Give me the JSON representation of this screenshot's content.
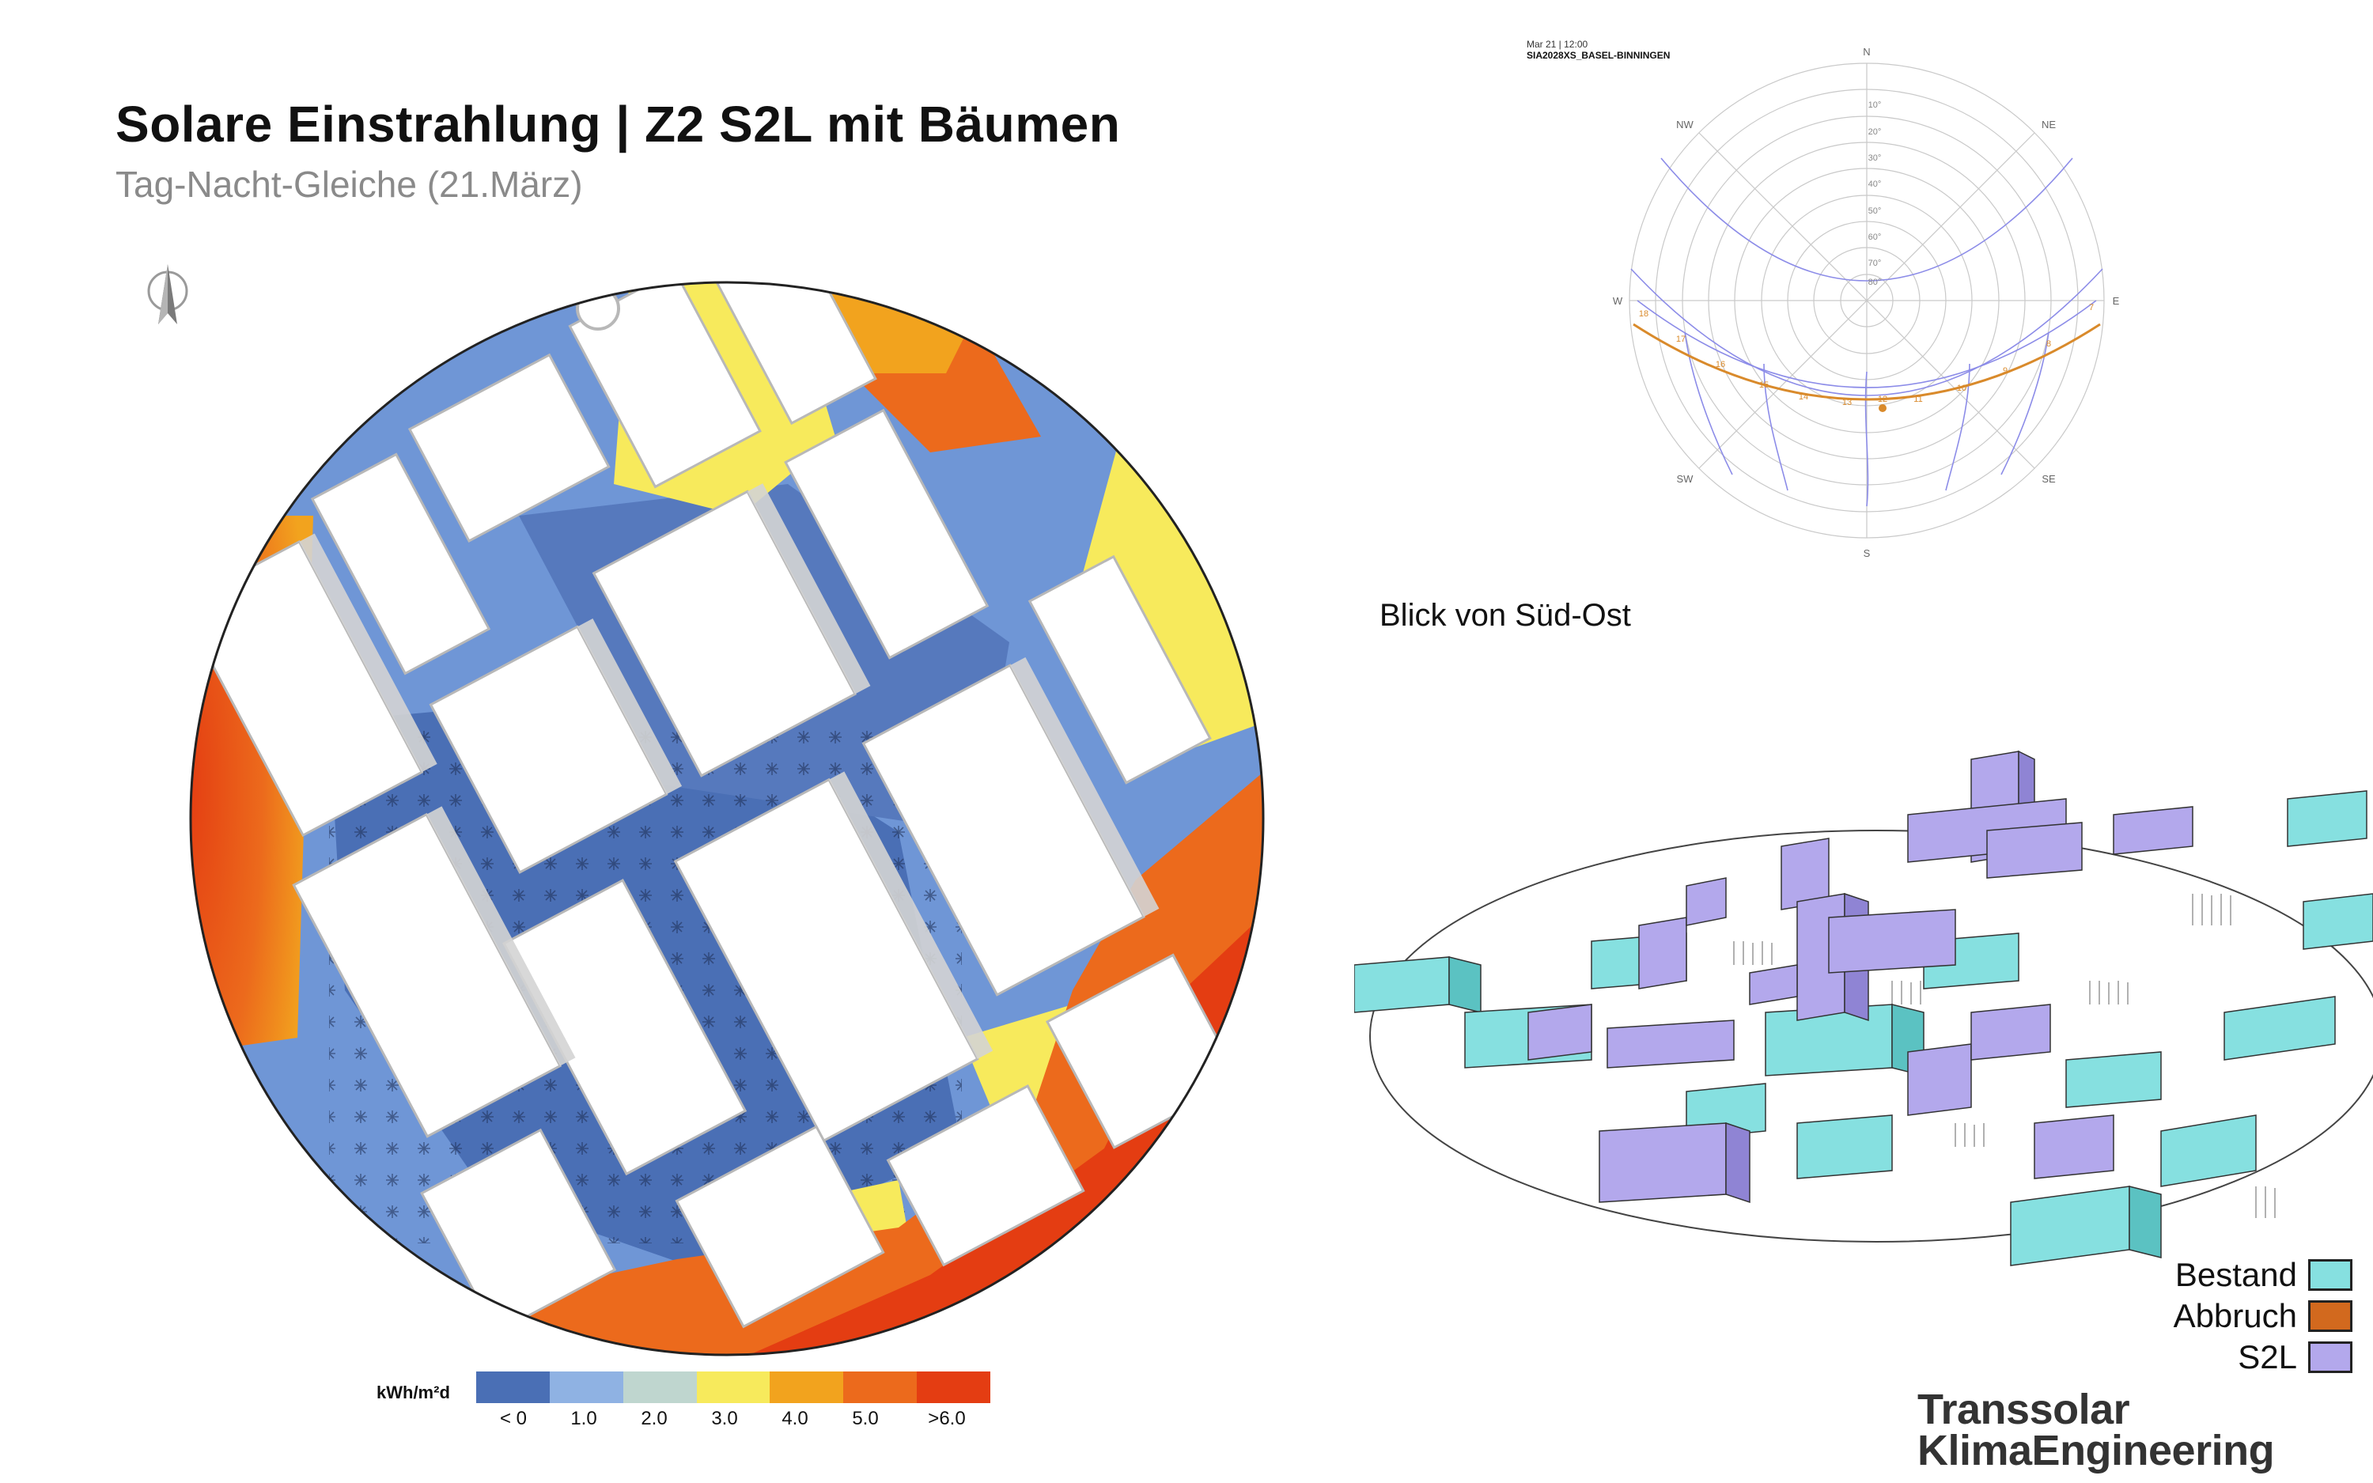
{
  "header": {
    "title": "Solare Einstrahlung | Z2 S2L mit Bäumen",
    "subtitle": "Tag-Nacht-Gleiche (21.März)"
  },
  "legend": {
    "unit": "kWh/m²d",
    "ticks": [
      "< 0",
      "1.0",
      "2.0",
      "3.0",
      "4.0",
      "5.0",
      ">6.0"
    ],
    "colors": [
      "#4a6fb5",
      "#8fb2e3",
      "#bfd6cf",
      "#f7ea5c",
      "#f2a31e",
      "#ec6a1c",
      "#e43d12"
    ]
  },
  "sunpath": {
    "header_line1": "Mar 21 | 12:00",
    "header_line2": "SIA2028XS_BASEL-BINNINGEN",
    "compass": {
      "N": "N",
      "NE": "NE",
      "E": "E",
      "SE": "SE",
      "S": "S",
      "SW": "SW",
      "W": "W",
      "NW": "NW"
    },
    "altitudes": [
      "10°",
      "20°",
      "30°",
      "40°",
      "50°",
      "60°",
      "70°",
      "80°"
    ],
    "hours": [
      "7",
      "8",
      "9",
      "10",
      "11",
      "12",
      "13",
      "14",
      "15",
      "16",
      "17",
      "18"
    ]
  },
  "view_label": "Blick von Süd-Ost",
  "massing_legend": [
    {
      "label": "Bestand",
      "color": "#86e0e0"
    },
    {
      "label": "Abbruch",
      "color": "#d2691e"
    },
    {
      "label": "S2L",
      "color": "#b3a8ec"
    }
  ],
  "logo": {
    "line1": "Transsolar",
    "line2": "KlimaEngineering"
  },
  "colors": {
    "bestand": "#86e0e0",
    "s2l": "#b3a8ec",
    "abbruch": "#d2691e",
    "sun_curve": "#d98a2b",
    "grid": "#9a9ae0"
  }
}
